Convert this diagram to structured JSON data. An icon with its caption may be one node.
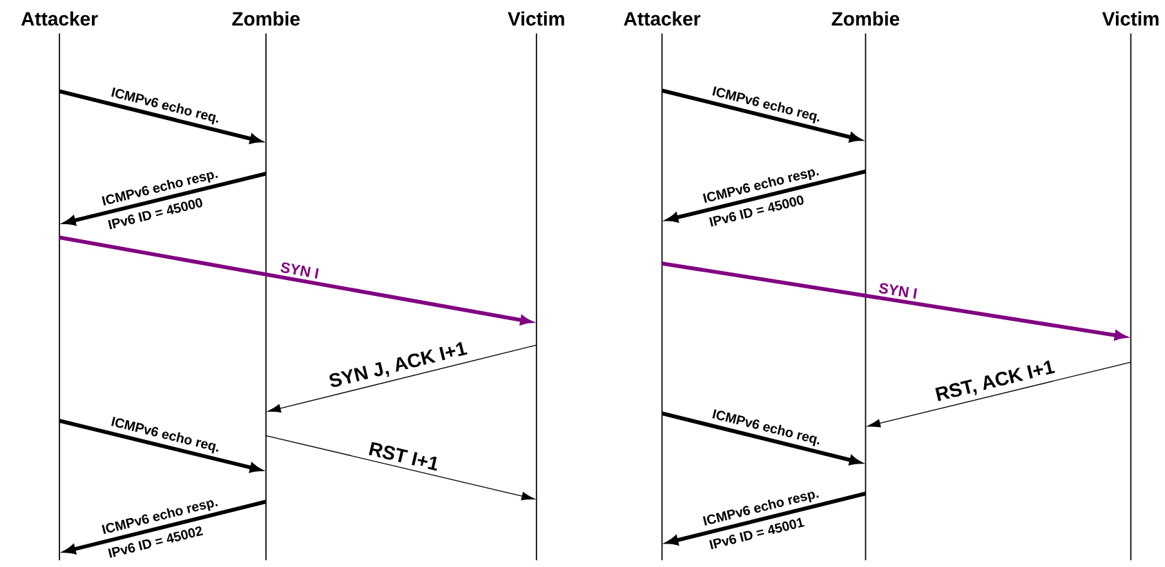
{
  "diagram": {
    "nodes": [
      {
        "text": [],
        "shape": "line",
        "beside": [
          "Attacker"
        ]
      },
      {
        "text": [],
        "shape": "line",
        "beside": [
          "Zombie"
        ]
      },
      {
        "text": [],
        "shape": "line",
        "beside": [
          "Victim"
        ]
      },
      {
        "text": [],
        "shape": "line",
        "beside": [
          "Attacker"
        ]
      },
      {
        "text": [],
        "shape": "line",
        "beside": [
          "Zombie"
        ]
      },
      {
        "text": [],
        "shape": "line",
        "beside": [
          "Victim"
        ]
      }
    ],
    "edges": [
      {
        "from": 0,
        "to": 1,
        "arrow": "to",
        "label": "ICMPv6 echo req."
      },
      {
        "from": 1,
        "to": 0,
        "arrow": "to",
        "label": "ICMPv6 echo resp."
      },
      {
        "from": 0,
        "to": 2,
        "arrow": "to",
        "label": "SYN I",
        "color": "#800080"
      },
      {
        "from": 2,
        "to": 1,
        "arrow": "to",
        "label": "SYN J, ACK I+1"
      },
      {
        "from": 0,
        "to": 1,
        "arrow": "to",
        "label": "ICMPv6 echo req."
      },
      {
        "from": 1,
        "to": 2,
        "arrow": "to",
        "label": "RST I+1"
      },
      {
        "from": 1,
        "to": 0,
        "arrow": "to",
        "label": "ICMPv6 echo resp."
      },
      {
        "from": 3,
        "to": 4,
        "arrow": "to",
        "label": "ICMPv6 echo req."
      },
      {
        "from": 4,
        "to": 3,
        "arrow": "to",
        "label": "ICMPv6 echo resp."
      },
      {
        "from": 3,
        "to": 5,
        "arrow": "to",
        "label": "SYN I",
        "color": "#800080"
      },
      {
        "from": 5,
        "to": 4,
        "arrow": "to",
        "label": "RST, ACK I+1"
      },
      {
        "from": 3,
        "to": 4,
        "arrow": "to",
        "label": "ICMPv6 echo req."
      },
      {
        "from": 4,
        "to": 3,
        "arrow": "to",
        "label": "ICMPv6 echo resp."
      }
    ],
    "labels": [
      "IPv6 ID = 45000",
      "IPv6 ID = 45002",
      "IPv6 ID = 45000",
      "IPv6 ID = 45001"
    ]
  }
}
